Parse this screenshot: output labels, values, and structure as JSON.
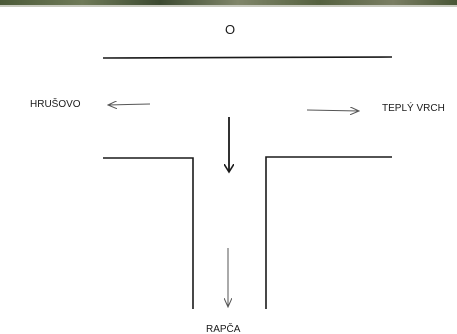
{
  "diagram": {
    "labels": {
      "north": "O",
      "west": "HRUŠOVO",
      "east": "TEPLÝ VRCH",
      "south": "RAPČA"
    },
    "colors": {
      "background": "#ffffff",
      "lines": "#1a1a1a",
      "thin_arrows": "#555555"
    },
    "icons": [
      "arrow-left-icon",
      "arrow-right-icon",
      "arrow-down-icon"
    ]
  }
}
